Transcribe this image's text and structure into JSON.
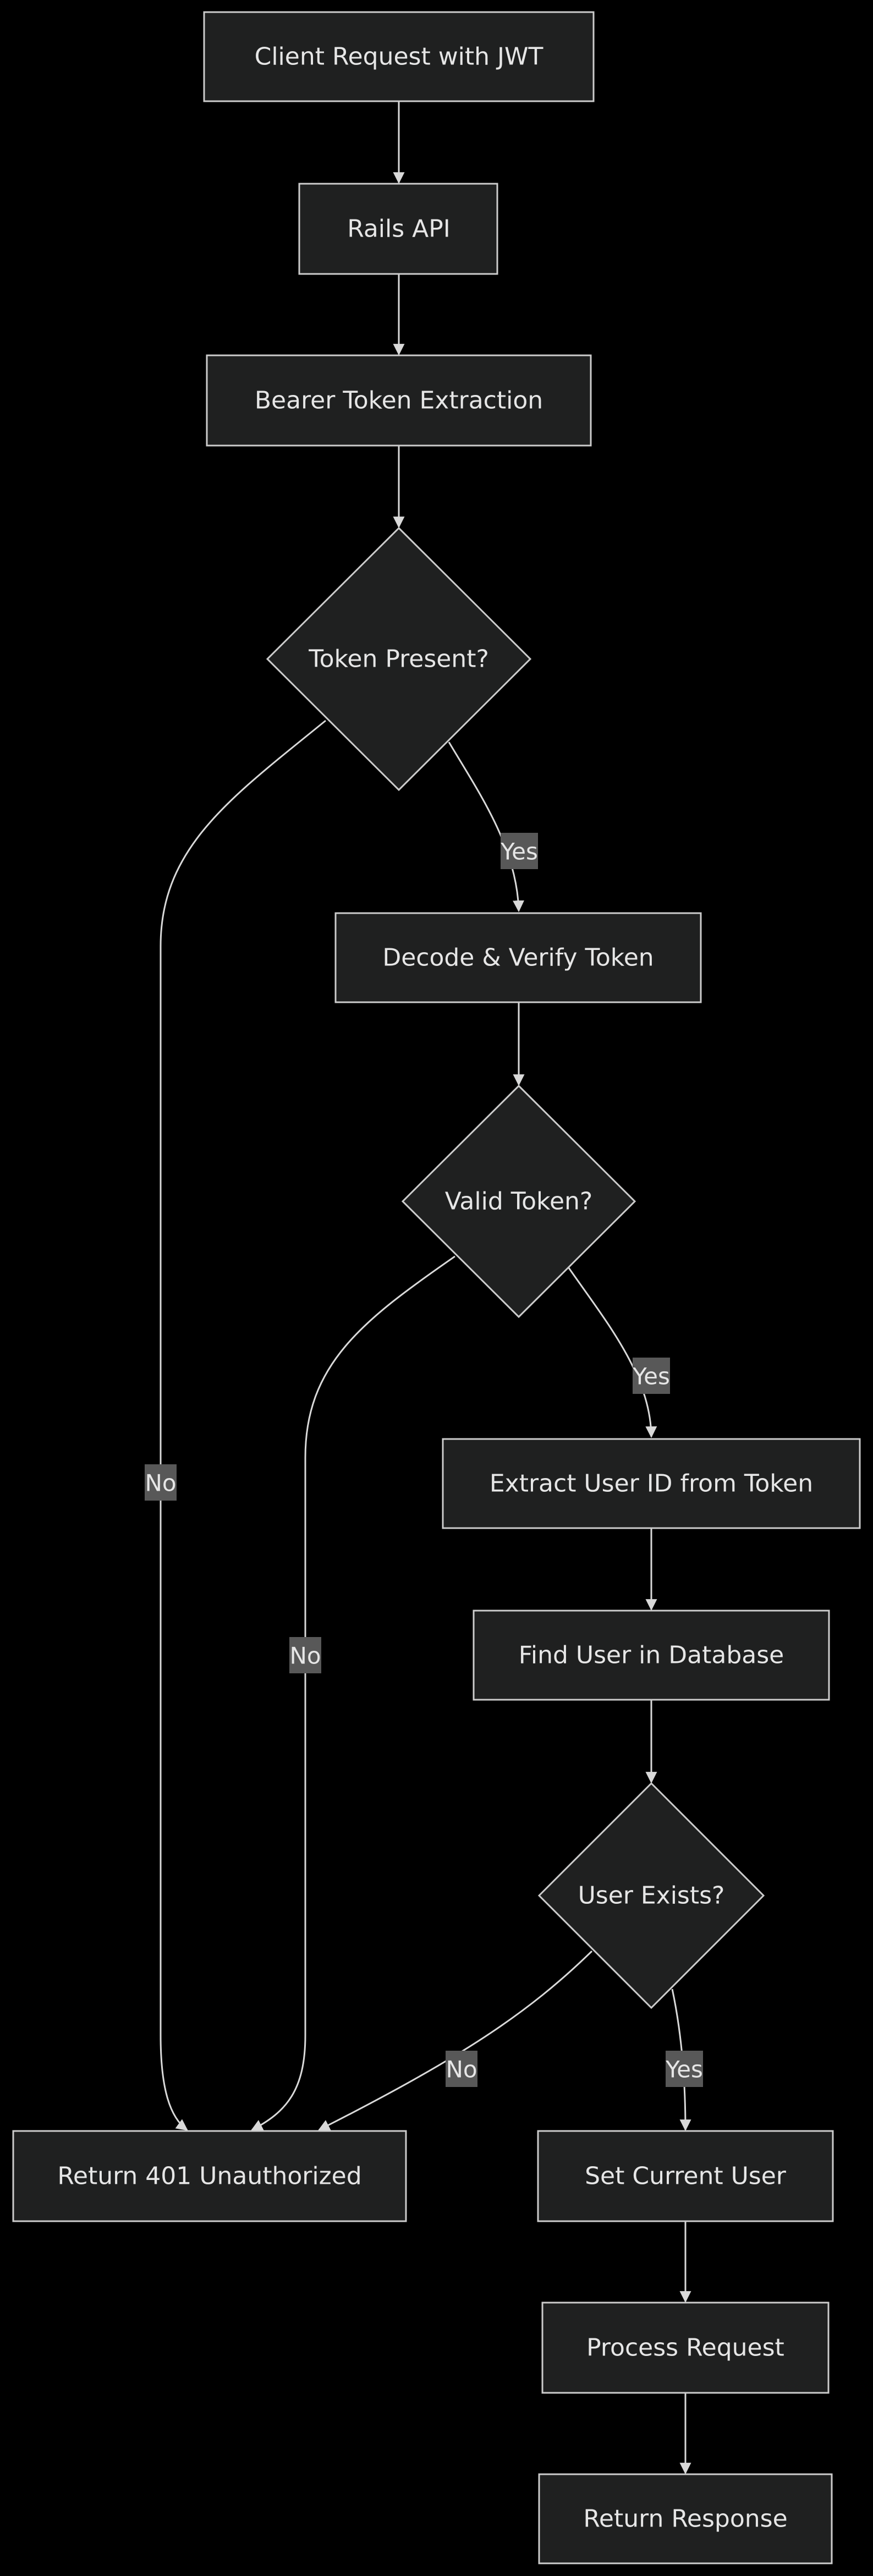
{
  "colors": {
    "background": "#000000",
    "node_fill": "#1f2020",
    "node_stroke": "#cccccc",
    "text": "#e6e6e6",
    "edge": "#d9d9d9",
    "label_bg": "#585858"
  },
  "nodes": {
    "client_request": "Client Request with JWT",
    "rails_api": "Rails API",
    "bearer_extraction": "Bearer Token Extraction",
    "token_present": "Token Present?",
    "decode_verify": "Decode & Verify Token",
    "valid_token": "Valid Token?",
    "extract_user_id": "Extract User ID from Token",
    "find_user": "Find User in Database",
    "user_exists": "User Exists?",
    "return_401": "Return 401 Unauthorized",
    "set_current_user": "Set Current User",
    "process_request": "Process Request",
    "return_response": "Return Response"
  },
  "edges": {
    "token_present_no": "No",
    "token_present_yes": "Yes",
    "valid_token_no": "No",
    "valid_token_yes": "Yes",
    "user_exists_no": "No",
    "user_exists_yes": "Yes"
  }
}
